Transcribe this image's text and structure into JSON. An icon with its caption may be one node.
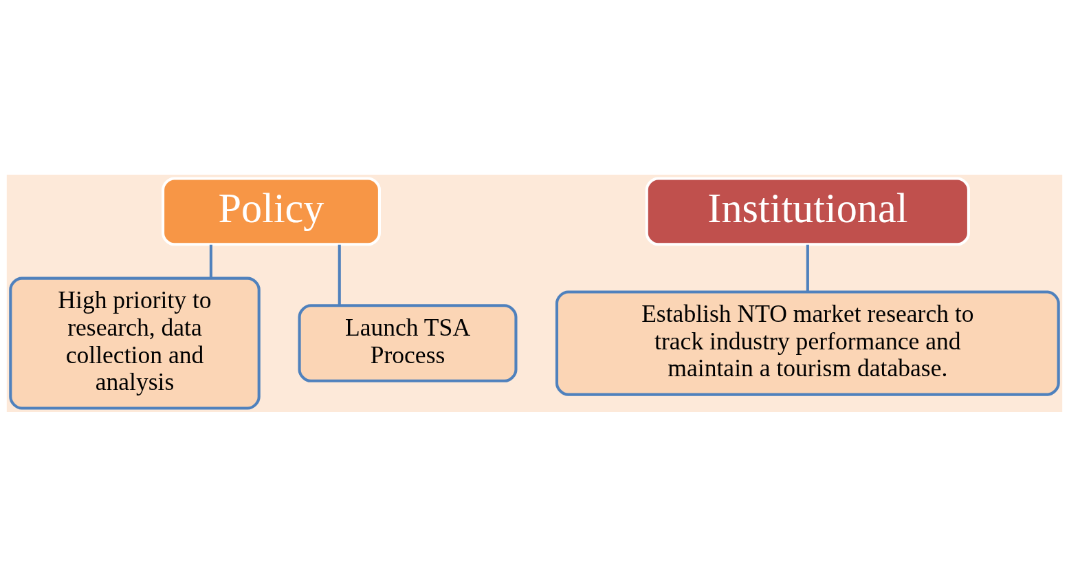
{
  "diagram": {
    "nodes": [
      {
        "text": [
          "Policy"
        ]
      },
      {
        "text": [
          "Institutional"
        ]
      },
      {
        "text": [
          "High priority to research, data collection and analysis"
        ]
      },
      {
        "text": [
          "Launch TSA Process"
        ]
      },
      {
        "text": [
          "Establish NTO market research to track industry performance and maintain a tourism database."
        ]
      }
    ],
    "edges": [
      {
        "from": 0,
        "to": 2,
        "arrow": "none"
      },
      {
        "from": 0,
        "to": 3,
        "arrow": "none"
      },
      {
        "from": 1,
        "to": 4,
        "arrow": "none"
      }
    ]
  }
}
